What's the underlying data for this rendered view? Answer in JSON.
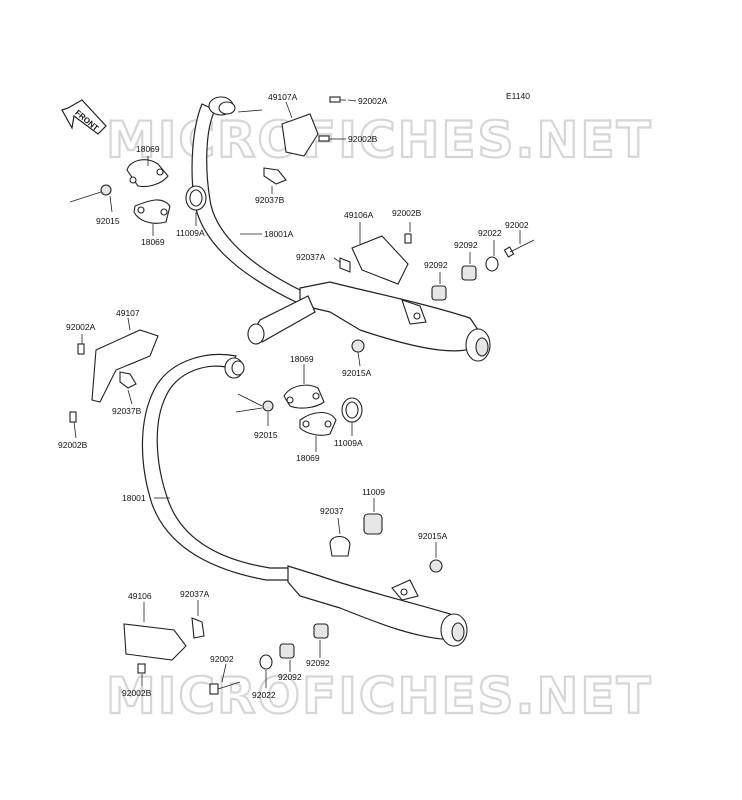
{
  "diagram": {
    "code": "E1140",
    "front_label": "FRONT",
    "watermark": "MICROFICHES.NET",
    "labels": {
      "p49107A": "49107A",
      "p92002A_top": "92002A",
      "p92002B_top": "92002B",
      "p92037B_top": "92037B",
      "p18069_a": "18069",
      "p18069_b": "18069",
      "p92015_top": "92015",
      "p11009A_top": "11009A",
      "p18001A": "18001A",
      "p49106A": "49106A",
      "p92002B_mid": "92002B",
      "p92002_top": "92002",
      "p92022_top": "92022",
      "p92092_top1": "92092",
      "p92092_top2": "92092",
      "p92037A_top": "92037A",
      "p92015A_top": "92015A",
      "p92002A_left": "92002A",
      "p49107": "49107",
      "p92037B_left": "92037B",
      "p92002B_left": "92002B",
      "p18069_c": "18069",
      "p18069_d": "18069",
      "p92015_mid": "92015",
      "p11009A_mid": "11009A",
      "p18001": "18001",
      "p11009": "11009",
      "p92037": "92037",
      "p92015A_bot": "92015A",
      "p49106": "49106",
      "p92037A_bot": "92037A",
      "p92002_bot": "92002",
      "p92002B_bot": "92002B",
      "p92022_bot": "92022",
      "p92092_bot1": "92092",
      "p92092_bot2": "92092"
    }
  }
}
